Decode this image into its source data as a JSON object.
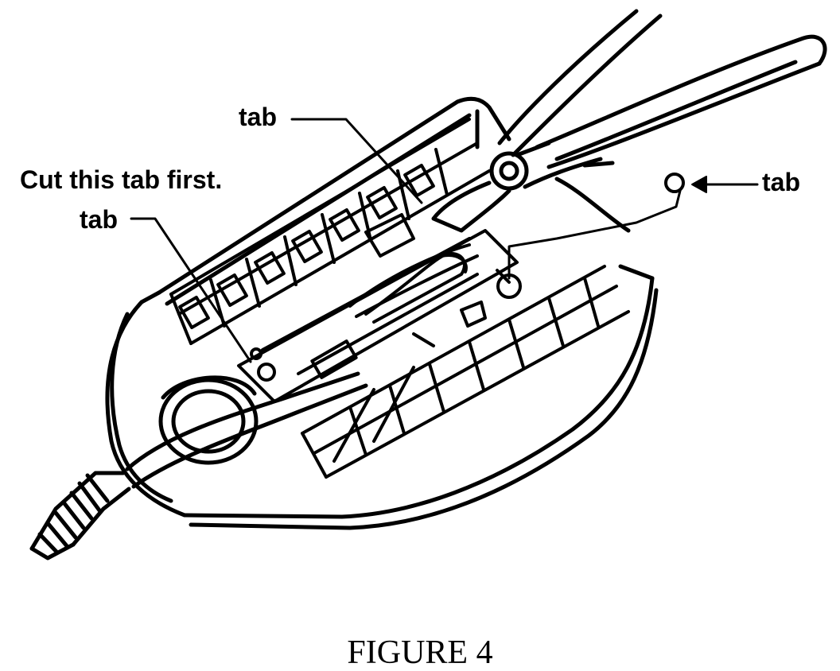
{
  "figure": {
    "labels": {
      "tab_top": "tab",
      "cut_first": "Cut this tab first.",
      "tab_left": "tab",
      "tab_right": "tab"
    },
    "caption": "FIGURE 4"
  },
  "colors": {
    "ink": "#000000",
    "paper": "#ffffff"
  }
}
